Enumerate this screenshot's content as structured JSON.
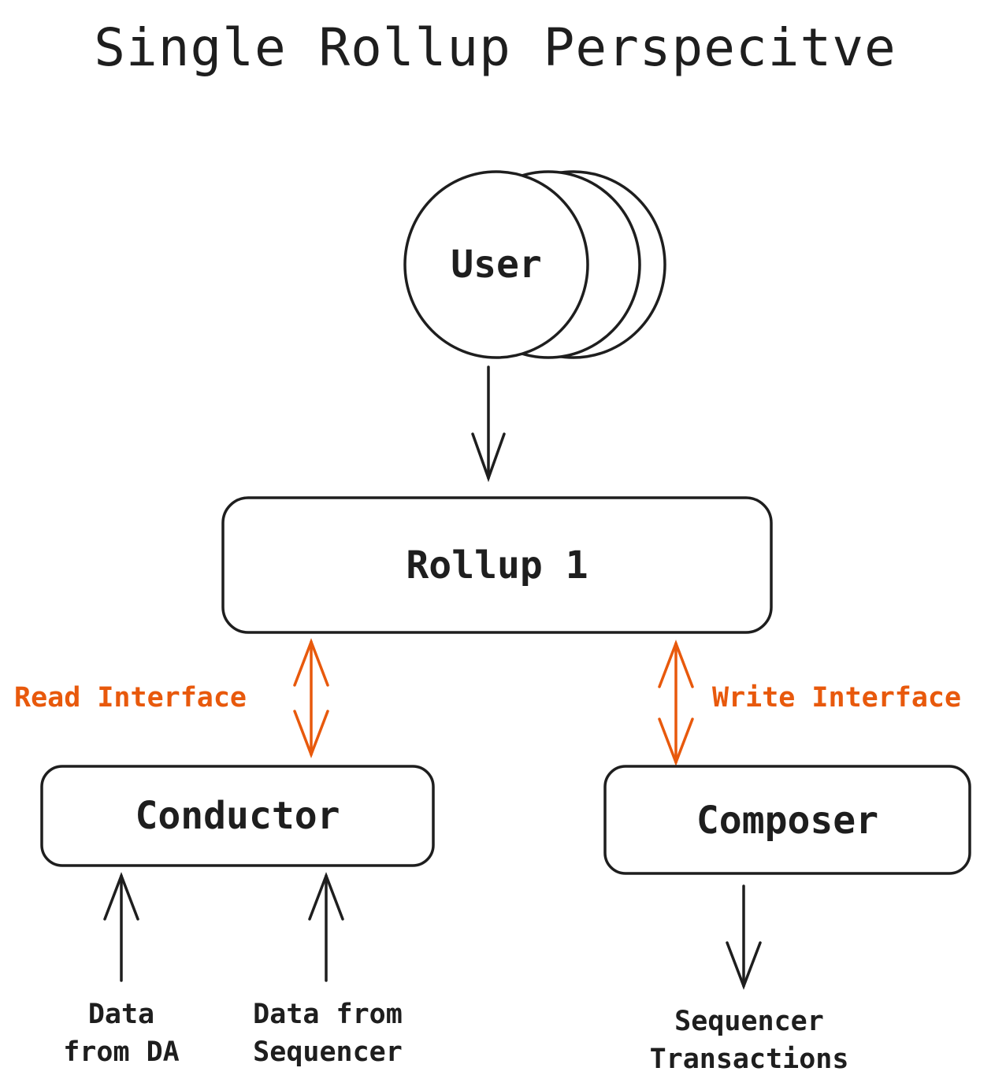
{
  "title": "Single Rollup Perspecitve",
  "nodes": {
    "user": "User",
    "rollup": "Rollup 1",
    "conductor": "Conductor",
    "composer": "Composer"
  },
  "interfaces": {
    "read": "Read Interface",
    "write": "Write Interface"
  },
  "inputs": {
    "data_from_da": "Data\nfrom DA",
    "data_from_sequencer": "Data from\nSequencer",
    "sequencer_transactions": "Sequencer\nTransactions"
  },
  "colors": {
    "stroke": "#1e1e1e",
    "accent": "#e8590c",
    "background": "#ffffff"
  }
}
